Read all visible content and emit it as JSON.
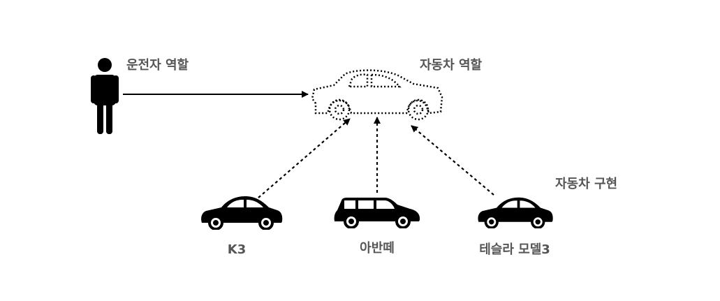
{
  "labels": {
    "driver_role": "운전자 역할",
    "car_role": "자동차 역할",
    "car_impl": "자동차 구현",
    "car_k3": "K3",
    "car_avante": "아반떼",
    "car_tesla": "테슬라 모델3"
  },
  "colors": {
    "ink": "#000000",
    "label": "#555555",
    "background": "#ffffff"
  },
  "icons": {
    "driver": "person-icon",
    "role_car": "car-outline-icon",
    "impl_cars": [
      "sedan-icon",
      "wagon-icon",
      "sedan-icon"
    ]
  }
}
